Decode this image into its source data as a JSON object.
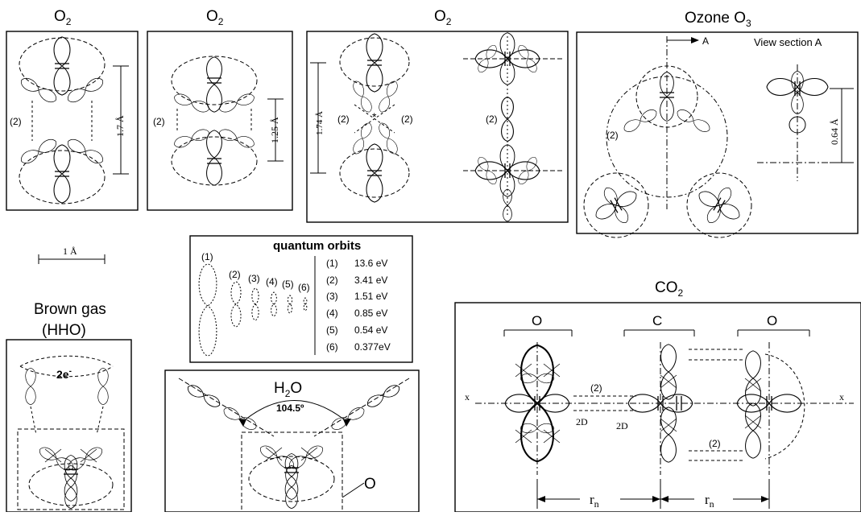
{
  "titles": {
    "o2_a": "O",
    "o2_b": "O",
    "o2_c": "O",
    "o2_sub": "2",
    "ozone": "Ozone  O",
    "ozone_sub": "3",
    "co2": "CO",
    "co2_sub": "2",
    "brown_gas": "Brown gas",
    "hho": "(HHO)",
    "h2o_h": "H",
    "h2o_sub": "2",
    "h2o_o": "O"
  },
  "dimensions": {
    "o2_a": "1.7 Å",
    "o2_b": "1.25 Å",
    "o2_c": "1.74 Å",
    "ozone": "0.64 Å",
    "scale": "1 Å"
  },
  "bond_labels": {
    "two": "(2)",
    "two_e": "2e",
    "two_e_sup": "-",
    "angle": "104.5º",
    "two_d": "2D",
    "o_label": "O",
    "x": "x",
    "r": "r",
    "r_sub": "n"
  },
  "ozone_view": {
    "arrow_label": "A",
    "section_label": "View section A"
  },
  "co2_groups": {
    "left": "O",
    "center": "C",
    "right": "O"
  },
  "quantum_orbits": {
    "title": "quantum orbits",
    "orbit_numbers": [
      "(1)",
      "(2)",
      "(3)",
      "(4)",
      "(5)",
      "(6)"
    ],
    "energies": [
      {
        "n": "(1)",
        "value": "13.6 eV"
      },
      {
        "n": "(2)",
        "value": "3.41 eV"
      },
      {
        "n": "(3)",
        "value": "1.51 eV"
      },
      {
        "n": "(4)",
        "value": "0.85 eV"
      },
      {
        "n": "(5)",
        "value": "0.54 eV"
      },
      {
        "n": "(6)",
        "value": "0.377eV"
      }
    ]
  }
}
